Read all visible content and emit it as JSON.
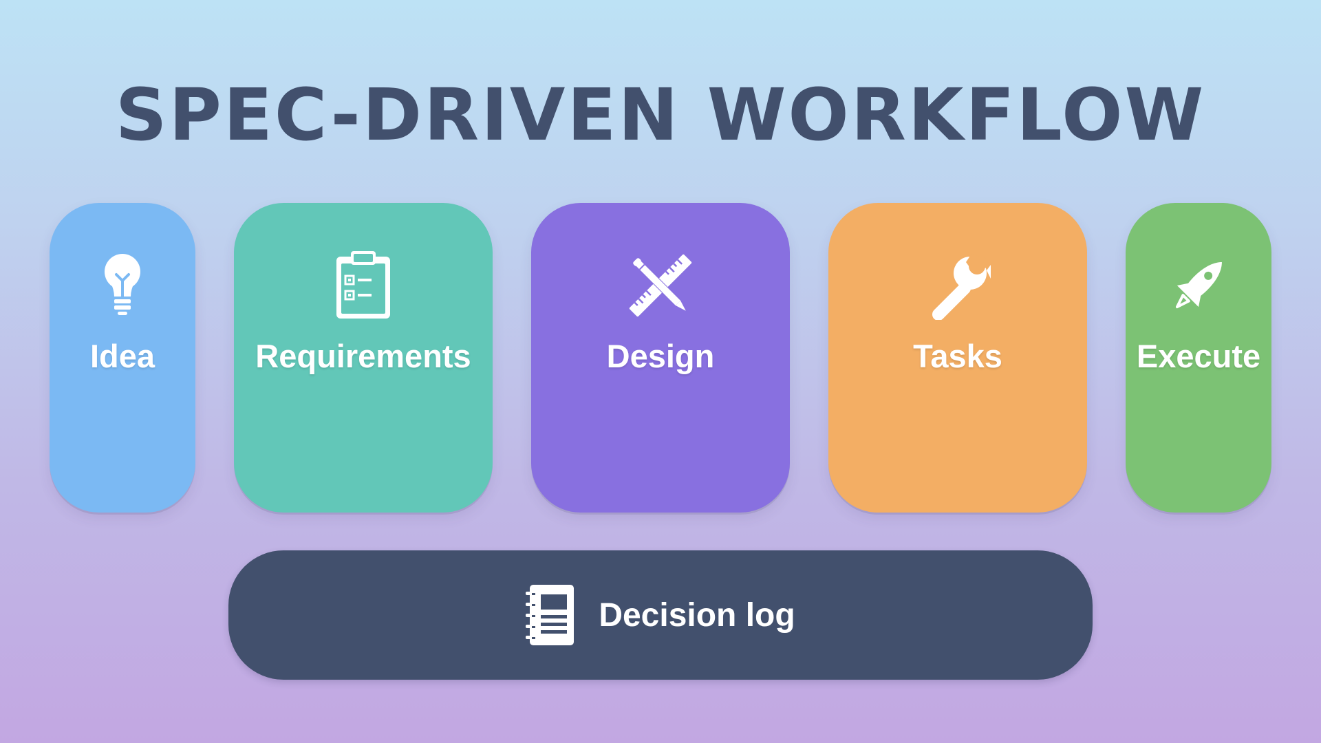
{
  "title": "SPEC-DRIVEN WORKFLOW",
  "stages": [
    {
      "label": "Idea",
      "icon": "lightbulb-icon",
      "color": "#7bb9f3"
    },
    {
      "label": "Requirements",
      "icon": "clipboard-checklist-icon",
      "color": "#62c7b8"
    },
    {
      "label": "Design",
      "icon": "ruler-pencil-icon",
      "color": "#8870e0"
    },
    {
      "label": "Tasks",
      "icon": "wrench-icon",
      "color": "#f3ae64"
    },
    {
      "label": "Execute",
      "icon": "rocket-icon",
      "color": "#7cc274"
    }
  ],
  "decision_log": {
    "label": "Decision log",
    "icon": "notebook-icon",
    "color": "#42506d"
  }
}
